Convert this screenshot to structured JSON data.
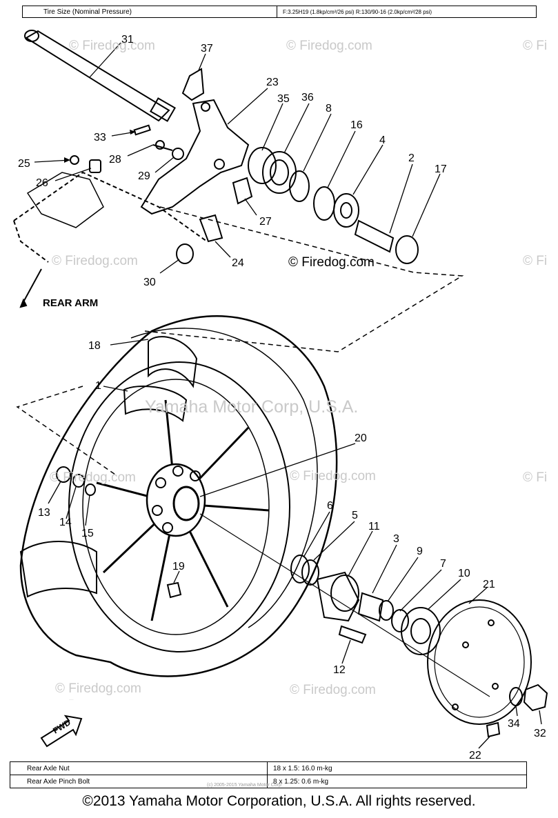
{
  "top_table": {
    "label": "Tire Size (Nominal Pressure)",
    "value": "F:3.25H19 (1.8kp/cm²/26 psi)  R:130/90-16 (2.0kp/cm²/28 psi)"
  },
  "bottom_table": [
    {
      "label": "Rear Axle Nut",
      "value": "18 x 1.5: 16.0 m-kg"
    },
    {
      "label": "Rear Axle Pinch Bolt",
      "value": "8 x 1.25: 0.6 m-kg"
    }
  ],
  "labels": {
    "rear_arm": "REAR ARM",
    "fwd": "FWD"
  },
  "callouts": {
    "c31": "31",
    "c37": "37",
    "c23": "23",
    "c35": "35",
    "c36": "36",
    "c8": "8",
    "c16": "16",
    "c4": "4",
    "c2": "2",
    "c17": "17",
    "c33": "33",
    "c28": "28",
    "c25": "25",
    "c26": "26",
    "c29": "29",
    "c27": "27",
    "c24": "24",
    "c30": "30",
    "c18": "18",
    "c1": "1",
    "c20": "20",
    "c13": "13",
    "c14": "14",
    "c15": "15",
    "c6": "6",
    "c5": "5",
    "c11": "11",
    "c3": "3",
    "c9": "9",
    "c7": "7",
    "c10": "10",
    "c21": "21",
    "c19": "19",
    "c12": "12",
    "c34": "34",
    "c32": "32",
    "c22": "22"
  },
  "watermarks": {
    "w1": "© Firedog.com",
    "w2": "© Firedog.com",
    "w3": "© Firedog.com",
    "w4": "© Firedog.com",
    "w5": "© Firedog.com",
    "w6": "Yamaha Motor Corp, U.S.A.",
    "w7": "© Firedog.com",
    "w8": "© Firedog.com",
    "w9": "© Firedog.com",
    "w10": "© Firedog.com",
    "w11": "© Firedog.com",
    "w12": "© Fi",
    "w13": "© Fi",
    "w14": "© Fi"
  },
  "tiny_notice": "(c) 2005-2015 Yamaha Motor Corp",
  "copyright": "©2013 Yamaha Motor Corporation, U.S.A. All rights reserved."
}
